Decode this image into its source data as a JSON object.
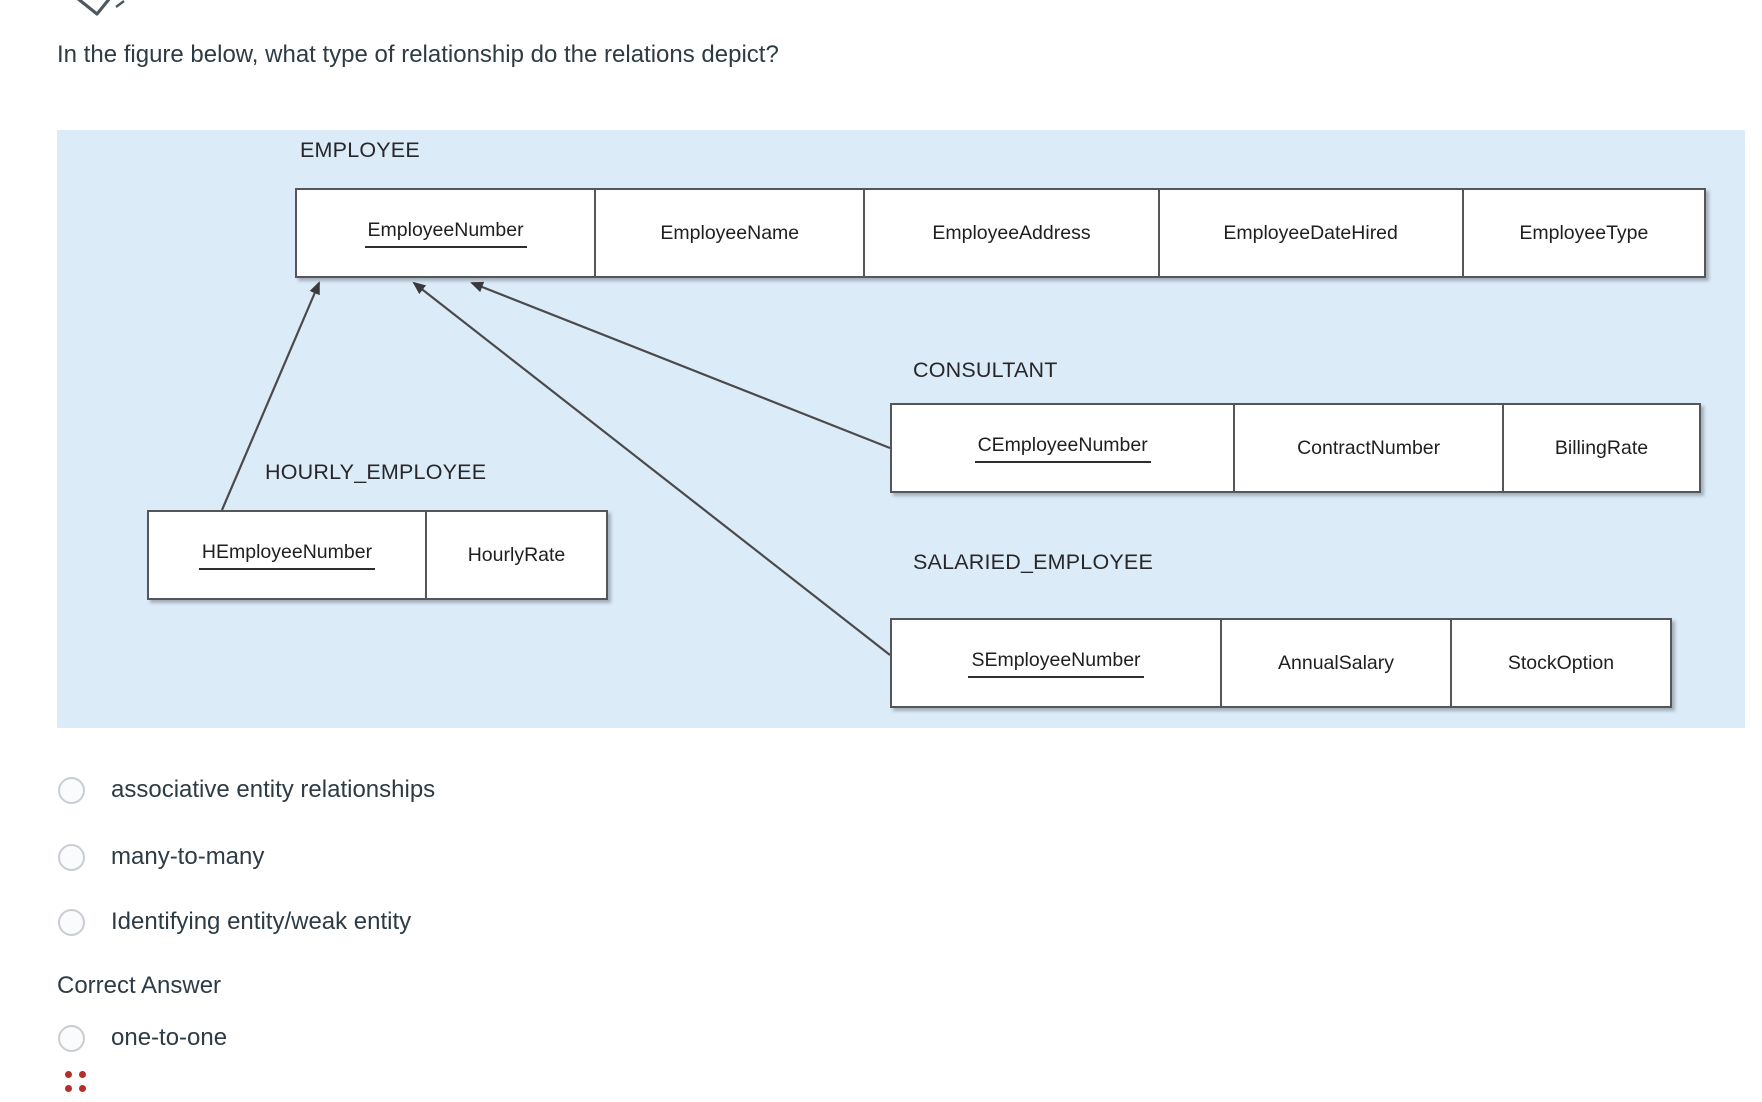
{
  "question": {
    "text": "In the figure below, what type of relationship do the relations depict?"
  },
  "figure": {
    "background_color": "#dcebf8",
    "relations": {
      "employee": {
        "title": "EMPLOYEE",
        "primary_key": "EmployeeNumber",
        "columns": [
          "EmployeeNumber",
          "EmployeeName",
          "EmployeeAddress",
          "EmployeeDateHired",
          "EmployeeType"
        ]
      },
      "consultant": {
        "title": "CONSULTANT",
        "primary_key": "CEmployeeNumber",
        "columns": [
          "CEmployeeNumber",
          "ContractNumber",
          "BillingRate"
        ]
      },
      "hourly_employee": {
        "title": "HOURLY_EMPLOYEE",
        "primary_key": "HEmployeeNumber",
        "columns": [
          "HEmployeeNumber",
          "HourlyRate"
        ]
      },
      "salaried_employee": {
        "title": "SALARIED_EMPLOYEE",
        "primary_key": "SEmployeeNumber",
        "columns": [
          "SEmployeeNumber",
          "AnnualSalary",
          "StockOption"
        ]
      }
    },
    "arrows": [
      {
        "from": "HOURLY_EMPLOYEE",
        "to": "EMPLOYEE.EmployeeNumber"
      },
      {
        "from": "SALARIED_EMPLOYEE",
        "to": "EMPLOYEE.EmployeeNumber"
      },
      {
        "from": "CONSULTANT",
        "to": "EMPLOYEE.EmployeeNumber"
      }
    ]
  },
  "options": [
    {
      "label": "associative entity relationships",
      "selected": false
    },
    {
      "label": "many-to-many",
      "selected": false
    },
    {
      "label": "Identifying entity/weak entity",
      "selected": false
    }
  ],
  "correct_answer": {
    "heading": "Correct Answer",
    "option": {
      "label": "one-to-one",
      "selected": false
    }
  },
  "icons": {
    "drag_handle_color": "#b0302c",
    "drag_handle": "four-dot-drag-handle",
    "top_partial": "speaker-icon-partial"
  },
  "colors": {
    "text": "#2d3b45",
    "figure_text": "#1f1f22",
    "table_border": "#55565a",
    "radio_border": "#c9cdd1"
  }
}
